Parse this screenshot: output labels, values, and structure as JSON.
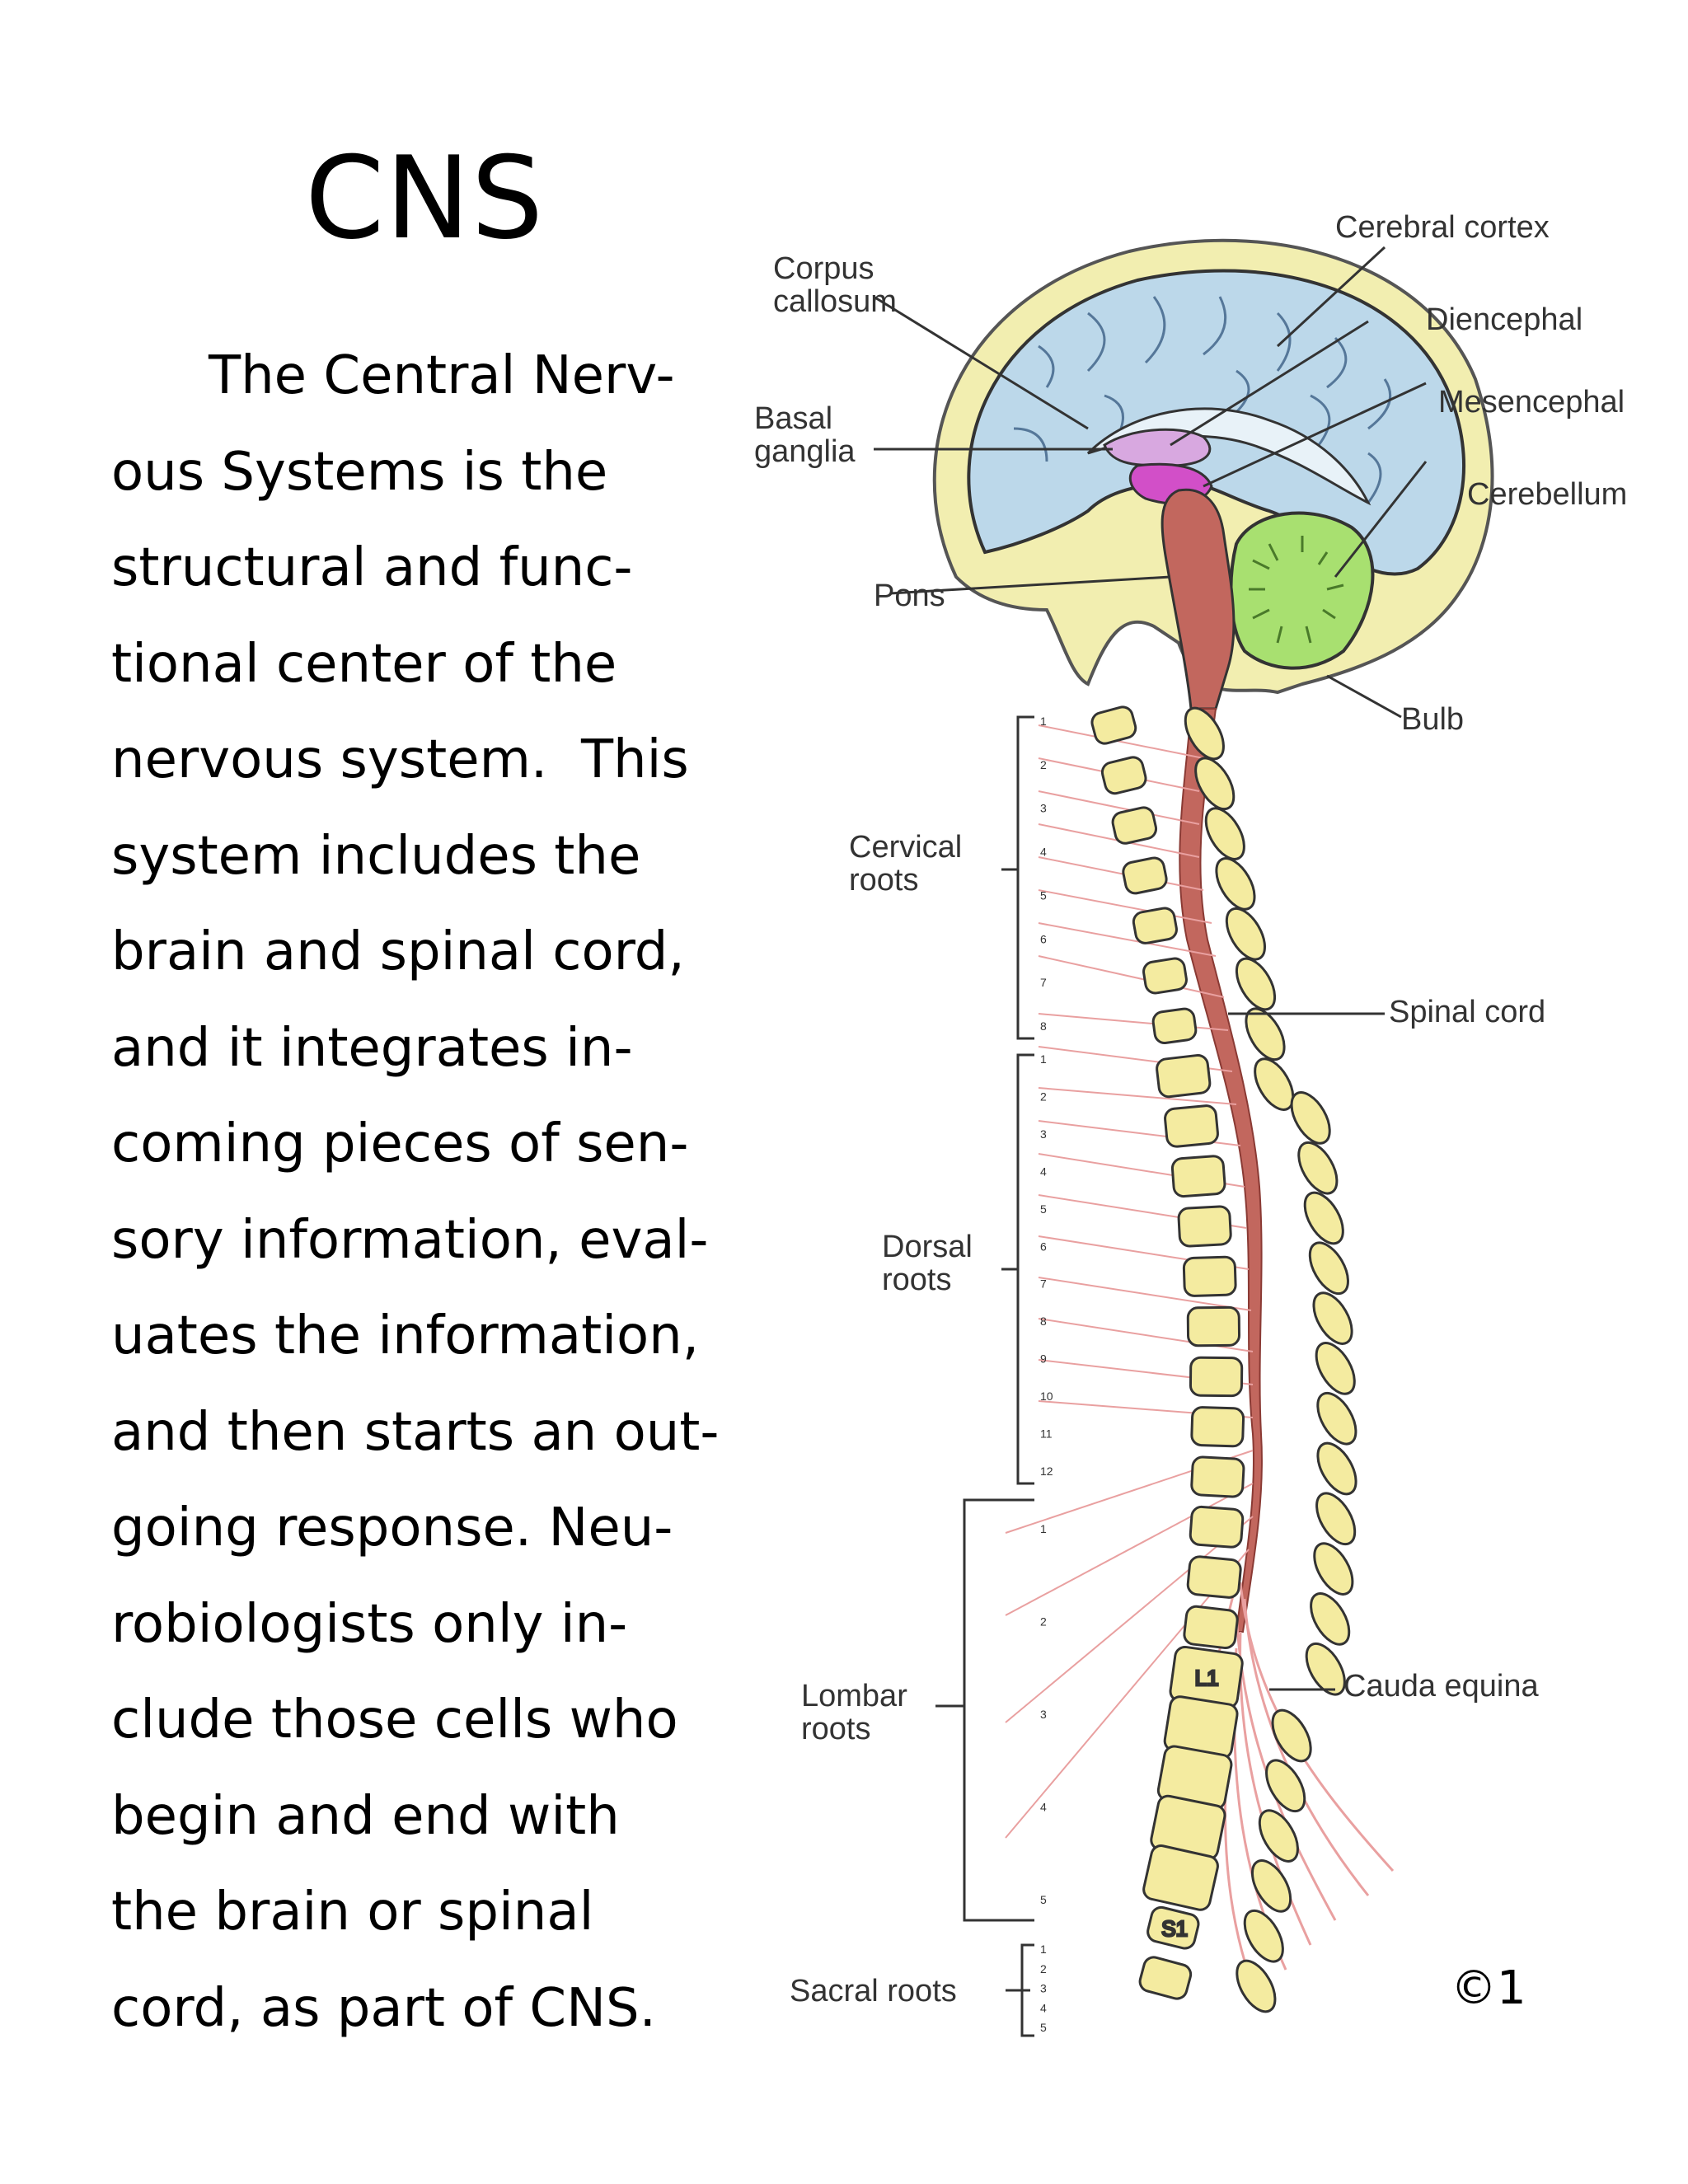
{
  "page": {
    "title": "CNS",
    "copyright": "©1"
  },
  "body_lines": [
    "The Central Nerv-",
    "ous Systems is the",
    "structural and func-",
    "tional center of the",
    "nervous system.  This",
    "system includes the",
    "brain and spinal cord,",
    "and it integrates in-",
    "coming pieces of sen-",
    "sory information, eval-",
    "uates the information,",
    "and then starts an out-",
    "going response. Neu-",
    "robiologists only in-",
    "clude those cells who",
    "begin and end with",
    "the brain or spinal",
    "cord, as part of CNS."
  ],
  "diagram": {
    "labels": {
      "cerebral_cortex": "Cerebral cortex",
      "corpus_callosum_1": "Corpus",
      "corpus_callosum_2": "callosum",
      "diencephal": "Diencephal",
      "basal_ganglia_1": "Basal",
      "basal_ganglia_2": "ganglia",
      "mesencephal": "Mesencephal",
      "cerebellum": "Cerebellum",
      "pons": "Pons",
      "bulb": "Bulb",
      "cervical_roots_1": "Cervical",
      "cervical_roots_2": "roots",
      "spinal_cord": "Spinal cord",
      "dorsal_roots_1": "Dorsal",
      "dorsal_roots_2": "roots",
      "cauda_equina": "Cauda equina",
      "lombar_roots_1": "Lombar",
      "lombar_roots_2": "roots",
      "sacral_roots": "Sacral roots"
    },
    "vertebra_labels": {
      "l1": "L1",
      "s1": "S1"
    },
    "cervical_numbers": [
      "1",
      "2",
      "3",
      "4",
      "5",
      "6",
      "7",
      "8"
    ],
    "dorsal_numbers": [
      "1",
      "2",
      "3",
      "4",
      "5",
      "6",
      "7",
      "8",
      "9",
      "10",
      "11",
      "12"
    ],
    "lombar_numbers": [
      "1",
      "2",
      "3",
      "4",
      "5"
    ],
    "sacral_numbers": [
      "1",
      "2",
      "3",
      "4",
      "5"
    ],
    "colors": {
      "brain": "#bcd8ea",
      "cerebellum": "#a8e070",
      "brainstem": "#c2675e",
      "mesencephal": "#d24fc8",
      "diencephal": "#d8a8e0",
      "vertebra": "#f4eba0",
      "skull": "#f2eeb0",
      "nerves": "#e9a0a0"
    }
  }
}
